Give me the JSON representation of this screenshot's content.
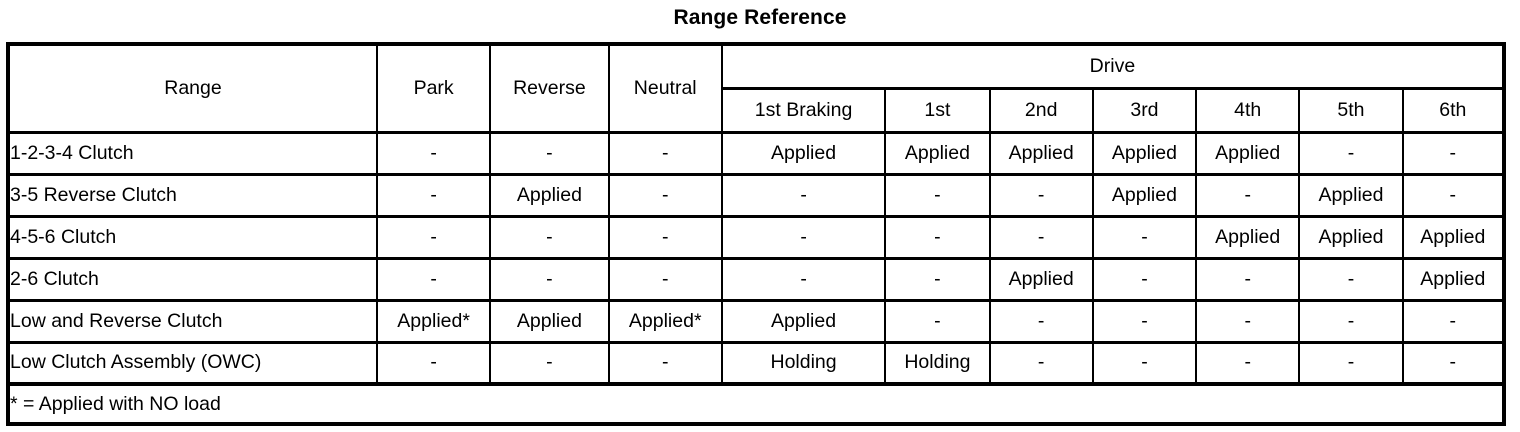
{
  "title": "Range Reference",
  "table": {
    "column_group_header": "Drive",
    "columns": [
      "Range",
      "Park",
      "Reverse",
      "Neutral",
      "1st Braking",
      "1st",
      "2nd",
      "3rd",
      "4th",
      "5th",
      "6th"
    ],
    "drive_columns": [
      "1st Braking",
      "1st",
      "2nd",
      "3rd",
      "4th",
      "5th",
      "6th"
    ],
    "rows": [
      {
        "label": "1-2-3-4 Clutch",
        "values": [
          "-",
          "-",
          "-",
          "Applied",
          "Applied",
          "Applied",
          "Applied",
          "Applied",
          "-",
          "-"
        ]
      },
      {
        "label": "3-5 Reverse Clutch",
        "values": [
          "-",
          "Applied",
          "-",
          "-",
          "-",
          "-",
          "Applied",
          "-",
          "Applied",
          "-"
        ]
      },
      {
        "label": "4-5-6 Clutch",
        "values": [
          "-",
          "-",
          "-",
          "-",
          "-",
          "-",
          "-",
          "Applied",
          "Applied",
          "Applied"
        ]
      },
      {
        "label": "2-6 Clutch",
        "values": [
          "-",
          "-",
          "-",
          "-",
          "-",
          "Applied",
          "-",
          "-",
          "-",
          "Applied"
        ]
      },
      {
        "label": "Low and Reverse Clutch",
        "values": [
          "Applied*",
          "Applied",
          "Applied*",
          "Applied",
          "-",
          "-",
          "-",
          "-",
          "-",
          "-"
        ]
      },
      {
        "label": "Low Clutch Assembly (OWC)",
        "values": [
          "-",
          "-",
          "-",
          "Holding",
          "Holding",
          "-",
          "-",
          "-",
          "-",
          "-"
        ]
      }
    ],
    "footnote": "* = Applied with NO load"
  },
  "colors": {
    "text": "#000000",
    "background": "#ffffff",
    "border": "#000000"
  }
}
